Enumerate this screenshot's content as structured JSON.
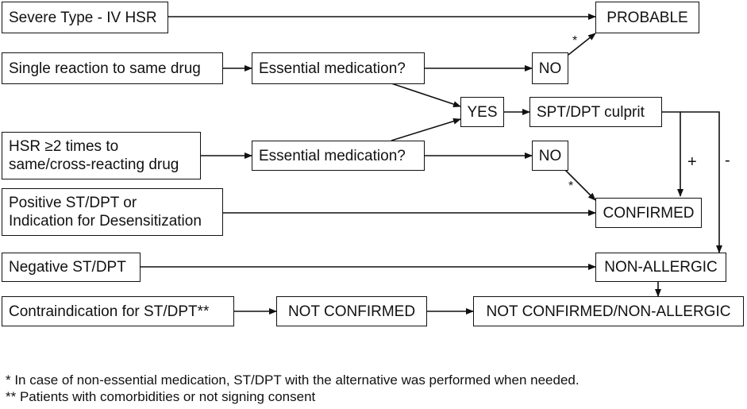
{
  "boxes": {
    "severe": "Severe Type - IV HSR",
    "probable": "PROBABLE",
    "single": "Single reaction to same drug",
    "essential1": "Essential medication?",
    "no1": "NO",
    "yes": "YES",
    "culprit": "SPT/DPT culprit",
    "hsr_line1": "HSR ≥2 times to",
    "hsr_line2": "same/cross-reacting drug",
    "essential2": "Essential medication?",
    "no2": "NO",
    "positive_line1": "Positive ST/DPT or",
    "positive_line2": "Indication for Desensitization",
    "confirmed": "CONFIRMED",
    "negative": "Negative ST/DPT",
    "nonallergic": "NON-ALLERGIC",
    "contra": "Contraindication for ST/DPT**",
    "notconfirmed": "NOT CONFIRMED",
    "notconfirmed_nonallergic": "NOT CONFIRMED/NON-ALLERGIC"
  },
  "labels": {
    "star_top": "*",
    "star_bottom": "*",
    "plus": "+",
    "minus": "-"
  },
  "footnotes": {
    "note1": "* In  case of non-essential medication, ST/DPT with the alternative was performed when needed.",
    "note2": "** Patients with comorbidities or not signing consent"
  }
}
